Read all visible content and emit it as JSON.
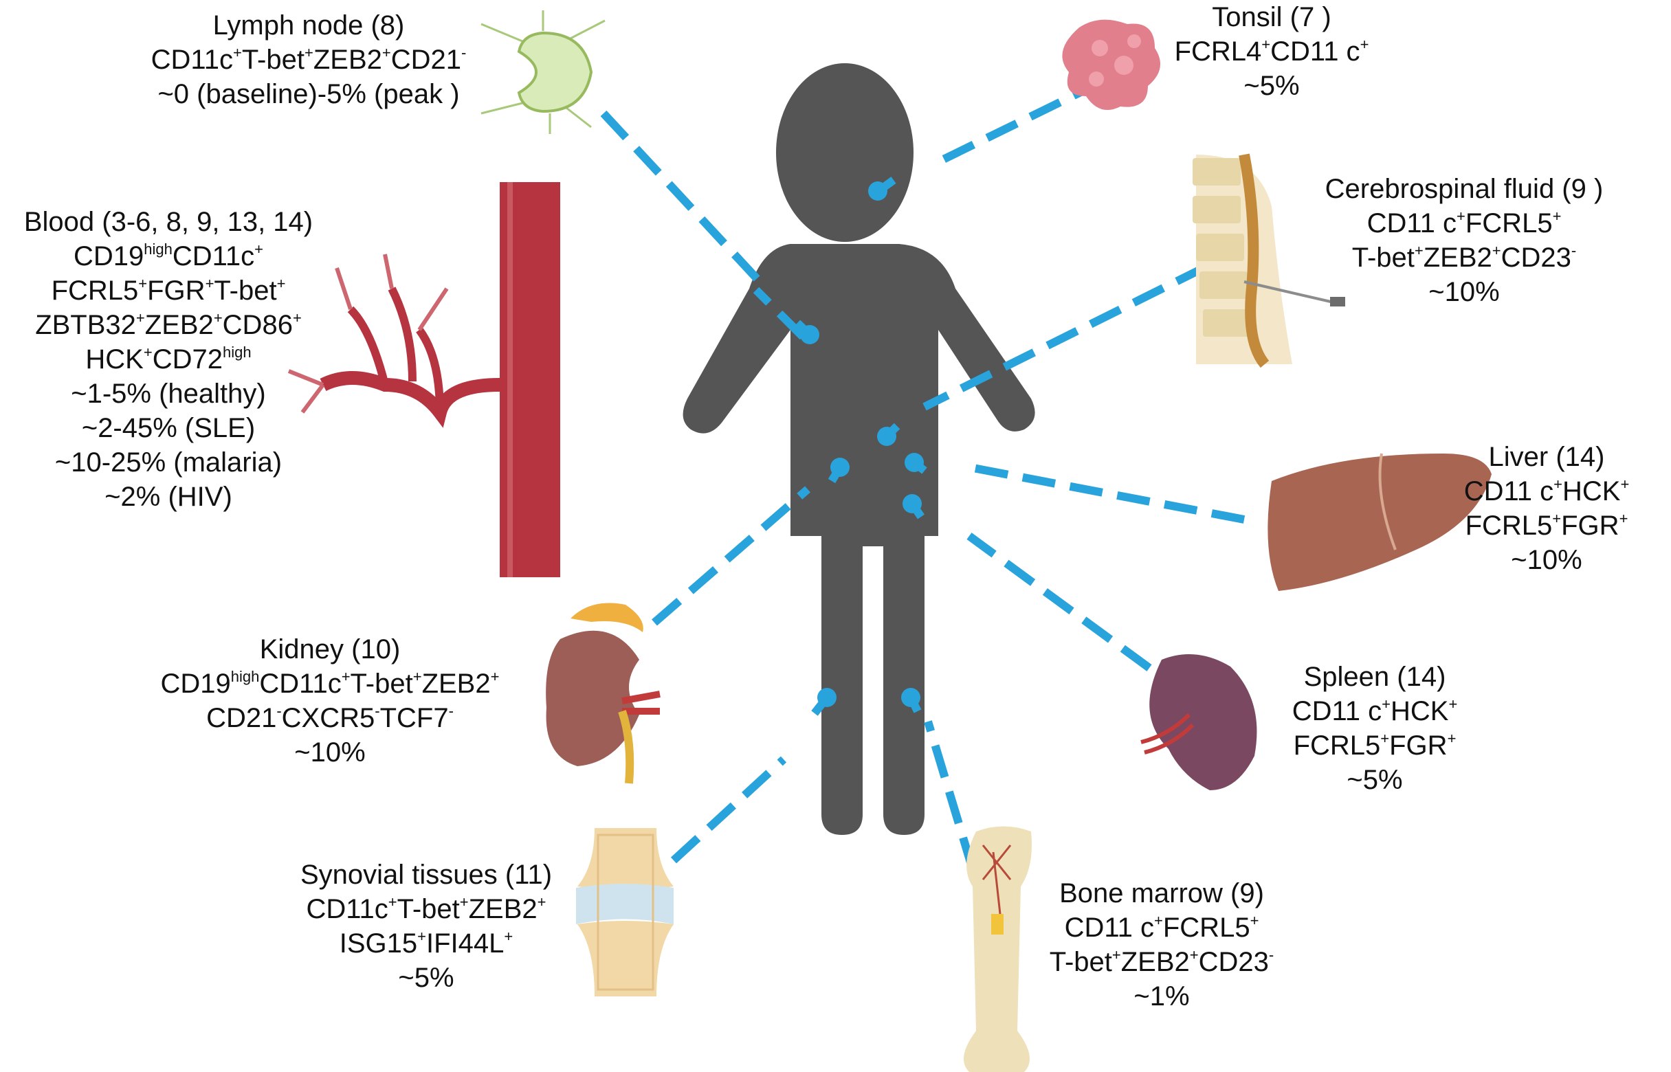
{
  "colors": {
    "figure": "#555555",
    "connector": "#29A3DC",
    "text": "#111111",
    "vessel": "#B5343F",
    "kidney": "#9E5E58",
    "liver": "#A86552",
    "spleen": "#7A4860",
    "tonsil": "#E27F8C",
    "lymph_node": "#D9EBB8",
    "bone": "#EEE0B8"
  },
  "icons": [
    "human-silhouette",
    "lymph-node-icon",
    "tonsil-icon",
    "blood-vessel-icon",
    "spine-icon",
    "liver-icon",
    "kidney-icon",
    "spleen-icon",
    "joint-icon",
    "bone-icon"
  ],
  "tissues": [
    {
      "id": "lymph-node",
      "lines": [
        [
          {
            "t": "Lymph node (8)"
          }
        ],
        [
          {
            "t": "CD11c"
          },
          {
            "s": "+"
          },
          {
            "t": "T-bet"
          },
          {
            "s": "+"
          },
          {
            "t": "ZEB2"
          },
          {
            "s": "+"
          },
          {
            "t": "CD21"
          },
          {
            "s": "-"
          }
        ],
        [
          {
            "t": "~0 (baseline)-5% (peak )"
          }
        ]
      ]
    },
    {
      "id": "tonsil",
      "lines": [
        [
          {
            "t": "Tonsil (7 )"
          }
        ],
        [
          {
            "t": "FCRL4"
          },
          {
            "s": "+"
          },
          {
            "t": "CD11 c"
          },
          {
            "s": "+"
          }
        ],
        [
          {
            "t": "~5%"
          }
        ]
      ]
    },
    {
      "id": "blood",
      "lines": [
        [
          {
            "t": "Blood (3-6, 8, 9, 13, 14)"
          }
        ],
        [
          {
            "t": "CD19"
          },
          {
            "s": "high"
          },
          {
            "t": "CD11c"
          },
          {
            "s": "+"
          }
        ],
        [
          {
            "t": "FCRL5"
          },
          {
            "s": "+"
          },
          {
            "t": "FGR"
          },
          {
            "s": "+"
          },
          {
            "t": "T-bet"
          },
          {
            "s": "+"
          }
        ],
        [
          {
            "t": "ZBTB32"
          },
          {
            "s": "+"
          },
          {
            "t": "ZEB2"
          },
          {
            "s": "+"
          },
          {
            "t": "CD86"
          },
          {
            "s": "+"
          }
        ],
        [
          {
            "t": "HCK"
          },
          {
            "s": "+"
          },
          {
            "t": "CD72"
          },
          {
            "s": "high"
          }
        ],
        [
          {
            "t": "~1-5% (healthy)"
          }
        ],
        [
          {
            "t": "~2-45% (SLE)"
          }
        ],
        [
          {
            "t": "~10-25% (malaria)"
          }
        ],
        [
          {
            "t": "~2% (HIV)"
          }
        ]
      ]
    },
    {
      "id": "csf",
      "lines": [
        [
          {
            "t": "Cerebrospinal fluid (9  )"
          }
        ],
        [
          {
            "t": "CD11 c"
          },
          {
            "s": "+"
          },
          {
            "t": "FCRL5"
          },
          {
            "s": "+"
          }
        ],
        [
          {
            "t": "T-bet"
          },
          {
            "s": "+"
          },
          {
            "t": "ZEB2"
          },
          {
            "s": "+"
          },
          {
            "t": "CD23"
          },
          {
            "s": "-"
          }
        ],
        [
          {
            "t": "~10%"
          }
        ]
      ]
    },
    {
      "id": "liver",
      "lines": [
        [
          {
            "t": "Liver (14)"
          }
        ],
        [
          {
            "t": "CD11 c"
          },
          {
            "s": "+"
          },
          {
            "t": "HCK"
          },
          {
            "s": "+"
          }
        ],
        [
          {
            "t": "FCRL5"
          },
          {
            "s": "+"
          },
          {
            "t": "FGR"
          },
          {
            "s": "+"
          }
        ],
        [
          {
            "t": "~10%"
          }
        ]
      ]
    },
    {
      "id": "kidney",
      "lines": [
        [
          {
            "t": "Kidney (10)"
          }
        ],
        [
          {
            "t": "CD19"
          },
          {
            "s": "high"
          },
          {
            "t": "CD11c"
          },
          {
            "s": "+"
          },
          {
            "t": "T-bet"
          },
          {
            "s": "+"
          },
          {
            "t": "ZEB2"
          },
          {
            "s": "+"
          }
        ],
        [
          {
            "t": "CD21"
          },
          {
            "s": "-"
          },
          {
            "t": "CXCR5"
          },
          {
            "s": "-"
          },
          {
            "t": "TCF7"
          },
          {
            "s": "-"
          }
        ],
        [
          {
            "t": "~10%"
          }
        ]
      ]
    },
    {
      "id": "spleen",
      "lines": [
        [
          {
            "t": "Spleen (14)"
          }
        ],
        [
          {
            "t": "CD11 c"
          },
          {
            "s": "+"
          },
          {
            "t": "HCK"
          },
          {
            "s": "+"
          }
        ],
        [
          {
            "t": "FCRL5"
          },
          {
            "s": "+"
          },
          {
            "t": "FGR"
          },
          {
            "s": "+"
          }
        ],
        [
          {
            "t": "~5%"
          }
        ]
      ]
    },
    {
      "id": "synovial",
      "lines": [
        [
          {
            "t": "Synovial tissues (11)"
          }
        ],
        [
          {
            "t": "CD11c"
          },
          {
            "s": "+"
          },
          {
            "t": "T-bet"
          },
          {
            "s": "+"
          },
          {
            "t": "ZEB2"
          },
          {
            "s": "+"
          }
        ],
        [
          {
            "t": "ISG15"
          },
          {
            "s": "+"
          },
          {
            "t": "IFI44L"
          },
          {
            "s": "+"
          }
        ],
        [
          {
            "t": "~5%"
          }
        ]
      ]
    },
    {
      "id": "bone-marrow",
      "lines": [
        [
          {
            "t": "Bone marrow  (9)"
          }
        ],
        [
          {
            "t": "CD11 c"
          },
          {
            "s": "+"
          },
          {
            "t": "FCRL5"
          },
          {
            "s": "+"
          }
        ],
        [
          {
            "t": "T-bet"
          },
          {
            "s": "+"
          },
          {
            "t": "ZEB2"
          },
          {
            "s": "+"
          },
          {
            "t": "CD23"
          },
          {
            "s": "-"
          }
        ],
        [
          {
            "t": "~1%"
          }
        ]
      ]
    }
  ]
}
